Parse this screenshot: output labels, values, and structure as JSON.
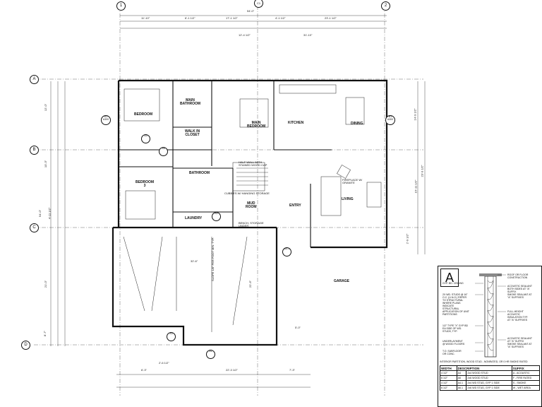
{
  "grid": {
    "cols": [
      "1",
      "C1",
      "2"
    ],
    "rows": [
      "A",
      "B",
      "C",
      "D"
    ]
  },
  "rooms": {
    "main_bathroom": "MAIN\nBATHROOM",
    "bedroom": "BEDROOM",
    "walk_in_closet": "WALK IN\nCLOSET",
    "main_bedroom": "MAIN\nBEDROOM",
    "kitchen": "KITCHEN",
    "dining": "DINING",
    "bedroom_3": "BEDROOM\n3",
    "bathroom": "BATHROOM",
    "mud_room": "MUD\nROOM",
    "laundry": "LAUNDRY",
    "living": "LIVING",
    "entry": "ENTRY",
    "garage": "GARAGE"
  },
  "notes": {
    "half_wall": "HALF WALL WITH\nSTAINED WOOD CAP",
    "cubbies": "CUBBIES W/ HANGING STORAGE",
    "bench": "BENCH, STORAGE\nUNDER",
    "fireplace": "FIREPLACE W/\nGRANITE",
    "slope": "SLOPE 1/8\" PER FOOT MIN. TYP."
  },
  "dims_top": [
    "11'-10\"",
    "6'-1 1/2\"",
    "17'-1 1/2\"",
    "4'-1 1/2\"",
    "23'-1 1/2\"",
    "54'-0\"",
    "12'-4 1/2\"",
    "31'-10\""
  ],
  "dims_left": [
    "12'-0\"",
    "10'-3\"",
    "4'-11 1/2\"",
    "54'-0\"",
    "21'-0\"",
    "8'-7\""
  ],
  "dims_bottom": [
    "6'-3\"",
    "2'-6 1/2\"",
    "22'-3 1/2\"",
    "7'-3\"",
    "5'-0\""
  ],
  "dims_right": [
    "14'-9 1/2\"",
    "23'-9 1/2\"",
    "15'-11 1/2\"",
    "2'-9 1/2\""
  ],
  "garage_dims": [
    "32'-6\"",
    "22'-6\""
  ],
  "detail": {
    "letter": "A",
    "notes_right": [
      "ROOF OR FLOOR\nCONSTRUCTION",
      "ACOUSTIC SEALANT\nBOTH SIDES AT \"A\"\nSUFFIX\nSMOKE SEALANT AT\n\"A\" SUFFIXES",
      "FULL-HEIGHT\nACOUSTIC\nINSULATION TYP.\nAT \"A\" SUFFIXES",
      "ACOUSTIC SEALANT\nAT \"A\" SUFFIX\nSMOKE SEALANT AT\n\"A\" SUFFIXES"
    ],
    "notes_left": [
      "GYP. BD. CEILING",
      "2X WD. STUDS @ 16\"\nO.C. (U.N.O.) REFER\nTO STRUCTURAL\nWHERE PLANS\nINDICATE\nSTRUCTURAL\nAPPLICATION OF UNIT\nPARTITIONS",
      "1/2\" TYPE \"X\" GYP BD\nEA SIDE OF WD.\nSTUDS, TYP.",
      "UNDERLAYMENT\n@ WOOD FLOORS",
      "T.O. SUBFLOOR\nOR CONC."
    ],
    "caption": "INTERIOR PARTITION, WOOD STUD - NONRATED, OR 0 HR SMOKE RATED",
    "table_headers": [
      "WIDTH",
      "DESCRIPTION",
      "",
      "SUFFIX"
    ],
    "table_rows": [
      [
        "4 1/2\"",
        "A4",
        "2x4 WOOD STUD",
        "A - ACOUSTIC"
      ],
      [
        "6 1/2\"",
        "A6",
        "2x6 WOOD STUD",
        "F - FIRE RATED"
      ],
      [
        "4 1/2\"",
        "A4.1",
        "2x4 WD STUD, GYP 1 SIDE",
        "S - SMOKE"
      ],
      [
        "6 1/2\"",
        "A6.1",
        "2x6 WD STUD, GYP 1 SIDE",
        "W - WET AREA"
      ]
    ]
  },
  "tags": [
    "A4",
    "A6",
    "A1",
    "A4.1",
    "A3",
    "A2"
  ],
  "section_marks": [
    "A1\nA300",
    "B1\nA300"
  ],
  "colors": {
    "ink": "#111111",
    "paper": "#ffffff",
    "grid": "#333333"
  }
}
